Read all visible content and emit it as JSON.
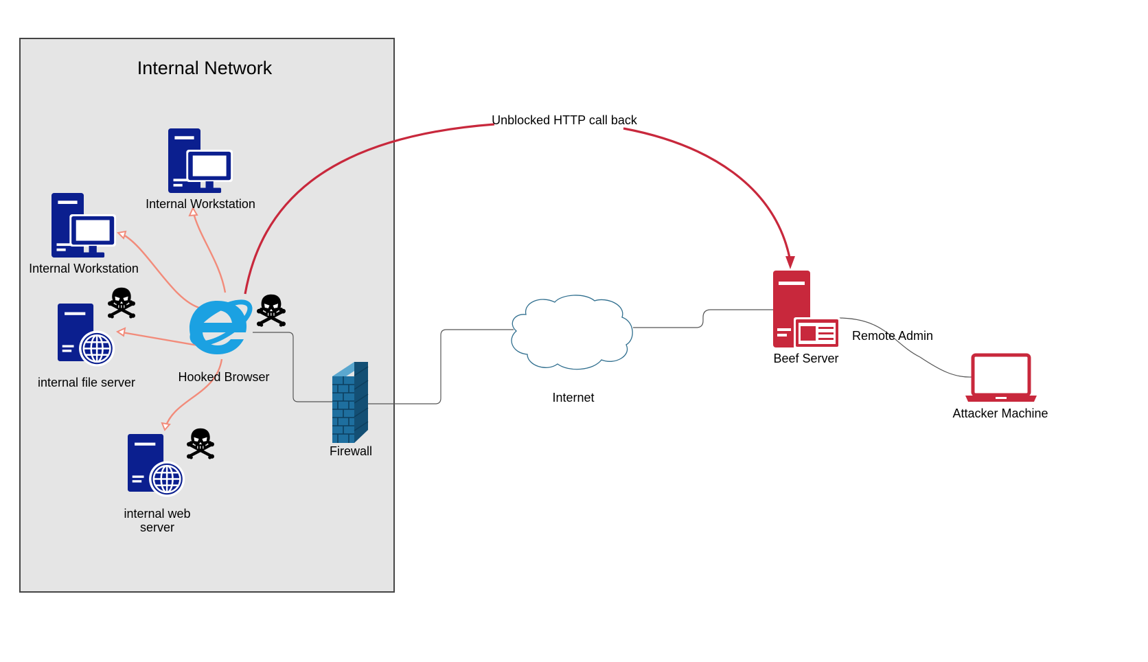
{
  "colors": {
    "background": "#ffffff",
    "network_fill": "#e5e5e5",
    "network_stroke": "#444444",
    "device_blue": "#0b1f8f",
    "beef_red": "#c8283c",
    "firewall_blue": "#1e6f9f",
    "cloud_stroke": "#2f6e8e",
    "callback_line": "#c8283c",
    "hook_arrow": "#f28b7a",
    "wire": "#555555",
    "ie_blue": "#1ba1e2"
  },
  "network_box": {
    "title": "Internal Network"
  },
  "nodes": {
    "workstation_top": {
      "label": "Internal Workstation",
      "icon": "workstation-icon"
    },
    "workstation_left": {
      "label": "Internal Workstation",
      "icon": "workstation-icon"
    },
    "file_server": {
      "label": "internal file server",
      "icon": "web-server-icon"
    },
    "web_server": {
      "label_line1": "internal web",
      "label_line2": "server",
      "icon": "web-server-icon"
    },
    "hooked_browser": {
      "label": "Hooked Browser",
      "icon": "internet-explorer-icon"
    },
    "firewall": {
      "label": "Firewall",
      "icon": "firewall-icon"
    },
    "internet": {
      "label": "Internet",
      "icon": "cloud-icon"
    },
    "beef_server": {
      "label": "Beef Server",
      "icon": "server-icon"
    },
    "attacker": {
      "label": "Attacker Machine",
      "icon": "laptop-icon"
    }
  },
  "compromised_markers": {
    "icon": "skull-crossbones-icon"
  },
  "edges": {
    "callback": {
      "label": "Unblocked HTTP call back"
    },
    "remote_admin": {
      "label": "Remote Admin"
    }
  }
}
